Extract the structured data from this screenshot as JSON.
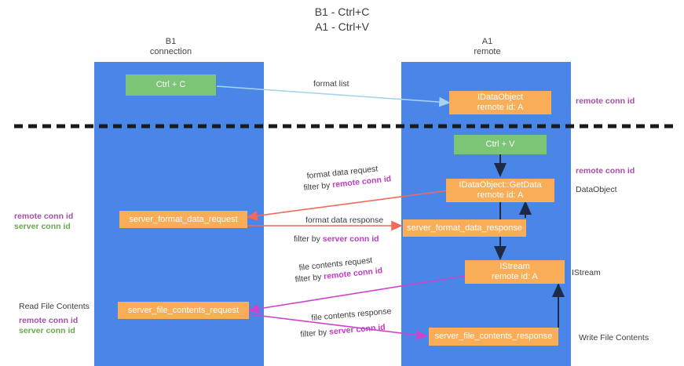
{
  "title": {
    "line1": "B1 - Ctrl+C",
    "line2": "A1 - Ctrl+V"
  },
  "lanes": [
    {
      "name": "B1",
      "role": "connection"
    },
    {
      "name": "A1",
      "role": "remote"
    }
  ],
  "nodes": {
    "ctrl_c": {
      "label": "Ctrl + C"
    },
    "ctrl_v": {
      "label": "Ctrl + V"
    },
    "idataobject": {
      "line1": "IDataObject",
      "line2": "remote id: A"
    },
    "getdata": {
      "line1": "IDataObject::GetData",
      "line2": "remote id: A"
    },
    "istream": {
      "line1": "IStream",
      "line2": "remote id: A"
    },
    "fmt_req": {
      "label": "server_format_data_request"
    },
    "fmt_resp": {
      "label": "server_format_data_response"
    },
    "file_req": {
      "label": "server_file_contents_request"
    },
    "file_resp": {
      "label": "server_file_contents_response"
    }
  },
  "edges": {
    "format_list": {
      "text": "format list"
    },
    "fmt_req_a": {
      "text": "format data request"
    },
    "fmt_req_b_pre": {
      "text": "filter by "
    },
    "fmt_req_b_key": {
      "text": "remote conn id"
    },
    "fmt_resp_a": {
      "text": "format data response"
    },
    "fmt_resp_b_pre": {
      "text": "filter by "
    },
    "fmt_resp_b_key": {
      "text": "server conn id"
    },
    "file_req_a": {
      "text": "file contents request"
    },
    "file_req_b_pre": {
      "text": "filter by "
    },
    "file_req_b_key": {
      "text": "remote conn id"
    },
    "file_resp_a": {
      "text": "file contents response"
    },
    "file_resp_b_pre": {
      "text": "filter by "
    },
    "file_resp_b_key": {
      "text": "server conn id"
    }
  },
  "annotations": {
    "right_remote_conn_top": "remote conn id",
    "right_remote_conn_mid": "remote conn id",
    "right_dataobject": "DataObject",
    "right_istream": "IStream",
    "right_write_file": "Write File Contents",
    "left_remote_conn_1": "remote conn id",
    "left_server_conn_1": "server conn id",
    "left_read_file": "Read File Contents",
    "left_remote_conn_2": "remote conn id",
    "left_server_conn_2": "server conn id"
  },
  "colors": {
    "lane": "#4a86e8",
    "node_orange": "#f9ad57",
    "node_green": "#7cc576",
    "arrow_blue": "#a8d3ef",
    "arrow_red": "#f0695a",
    "arrow_magenta": "#cc44cc",
    "arrow_dark": "#1f2a44",
    "divider": "#1a1a1a",
    "key_purple": "#a64ea6",
    "key_green": "#6aa84f"
  }
}
